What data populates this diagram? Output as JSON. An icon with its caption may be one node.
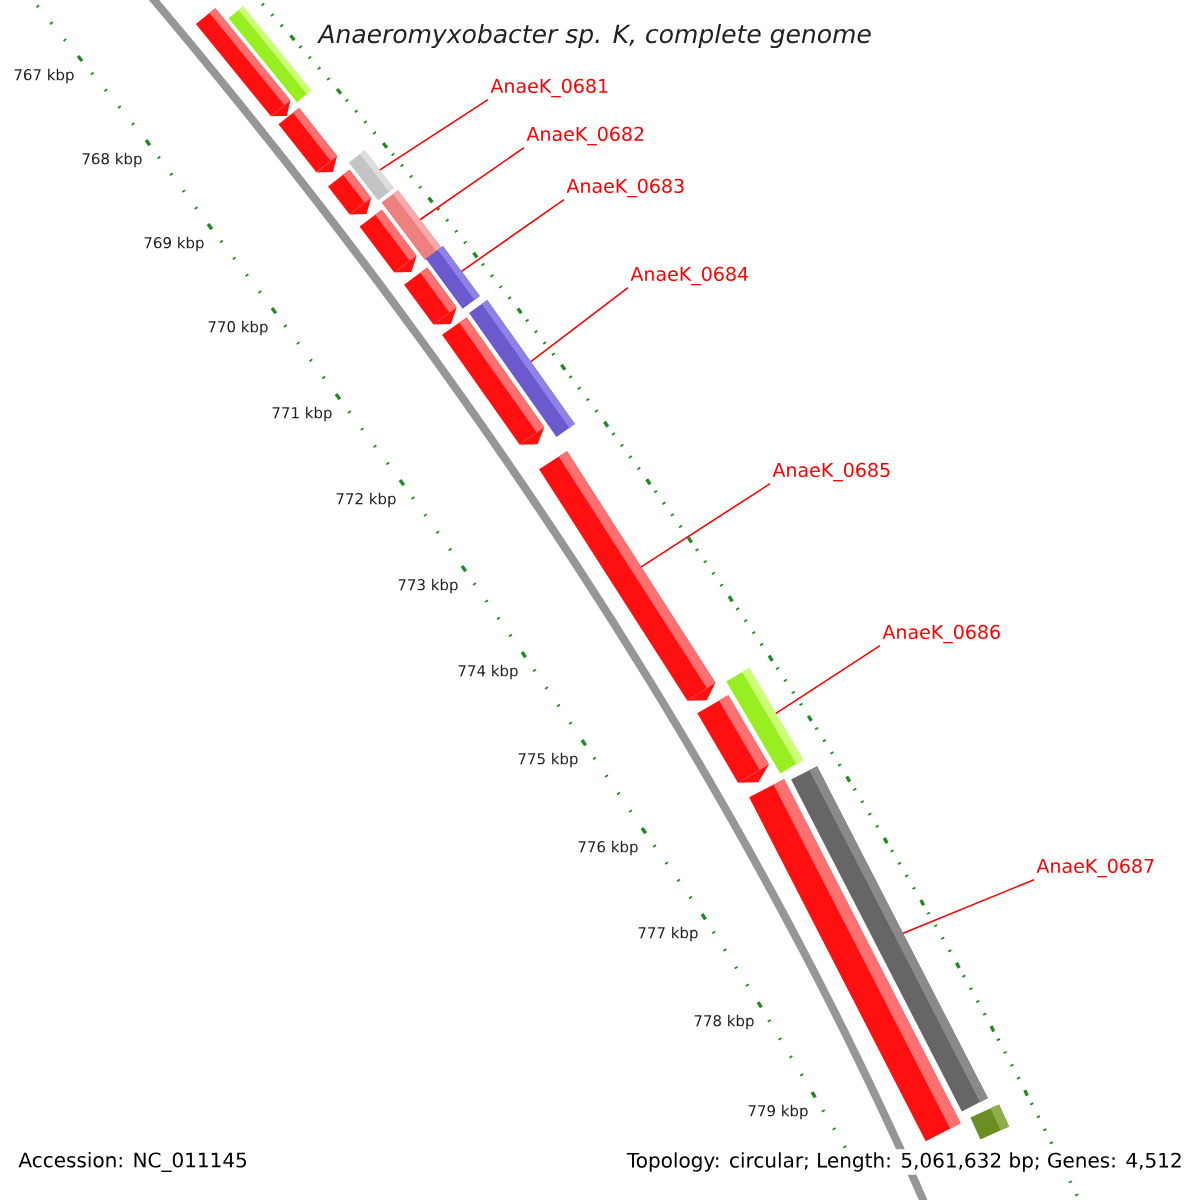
{
  "diagram": {
    "title": "Anaeromyxobacter sp. K, complete genome",
    "nodes": [
      {
        "text": [
          "AnaeK_0681"
        ]
      },
      {
        "text": [
          "AnaeK_0682"
        ]
      },
      {
        "text": [
          "AnaeK_0683"
        ]
      },
      {
        "text": [
          "AnaeK_0684"
        ]
      },
      {
        "text": [
          "AnaeK_0685"
        ]
      },
      {
        "text": [
          "AnaeK_0686"
        ]
      },
      {
        "text": [
          "AnaeK_0687"
        ]
      },
      {
        "text": [],
        "shape": "bar"
      },
      {
        "text": [],
        "shape": "bar"
      },
      {
        "text": [],
        "shape": "bar"
      },
      {
        "text": [],
        "shape": "bar"
      },
      {
        "text": [],
        "shape": "bar"
      },
      {
        "text": [],
        "shape": "bar"
      },
      {
        "text": [],
        "shape": "bar"
      },
      {
        "text": [],
        "shape": "bar"
      },
      {
        "text": [],
        "shape": "bar"
      },
      {
        "text": [],
        "shape": "bar"
      },
      {
        "text": [],
        "shape": "bar"
      },
      {
        "text": [],
        "shape": "bar"
      },
      {
        "text": [],
        "shape": "bar"
      },
      {
        "text": [],
        "shape": "bar"
      },
      {
        "text": [],
        "shape": "bar"
      },
      {
        "text": [],
        "shape": "bar"
      },
      {
        "text": [],
        "shape": "bar"
      }
    ],
    "edges": [
      {
        "from": 0,
        "to": 10,
        "arrow": "none"
      },
      {
        "from": 1,
        "to": 12,
        "arrow": "none"
      },
      {
        "from": 2,
        "to": 14,
        "arrow": "none"
      },
      {
        "from": 3,
        "to": 16,
        "arrow": "none"
      },
      {
        "from": 4,
        "to": 18,
        "arrow": "none"
      },
      {
        "from": 5,
        "to": 19,
        "arrow": "none"
      },
      {
        "from": 6,
        "to": 21,
        "arrow": "none"
      }
    ],
    "labels": [
      "767 kbp",
      "768 kbp",
      "769 kbp",
      "770 kbp",
      "771 kbp",
      "772 kbp",
      "773 kbp",
      "774 kbp",
      "775 kbp",
      "776 kbp",
      "777 kbp",
      "778 kbp",
      "779 kbp",
      "Accession: NC_011145",
      "Topology: circular; Length: 5,061,632 bp; Genes: 4,512"
    ]
  }
}
